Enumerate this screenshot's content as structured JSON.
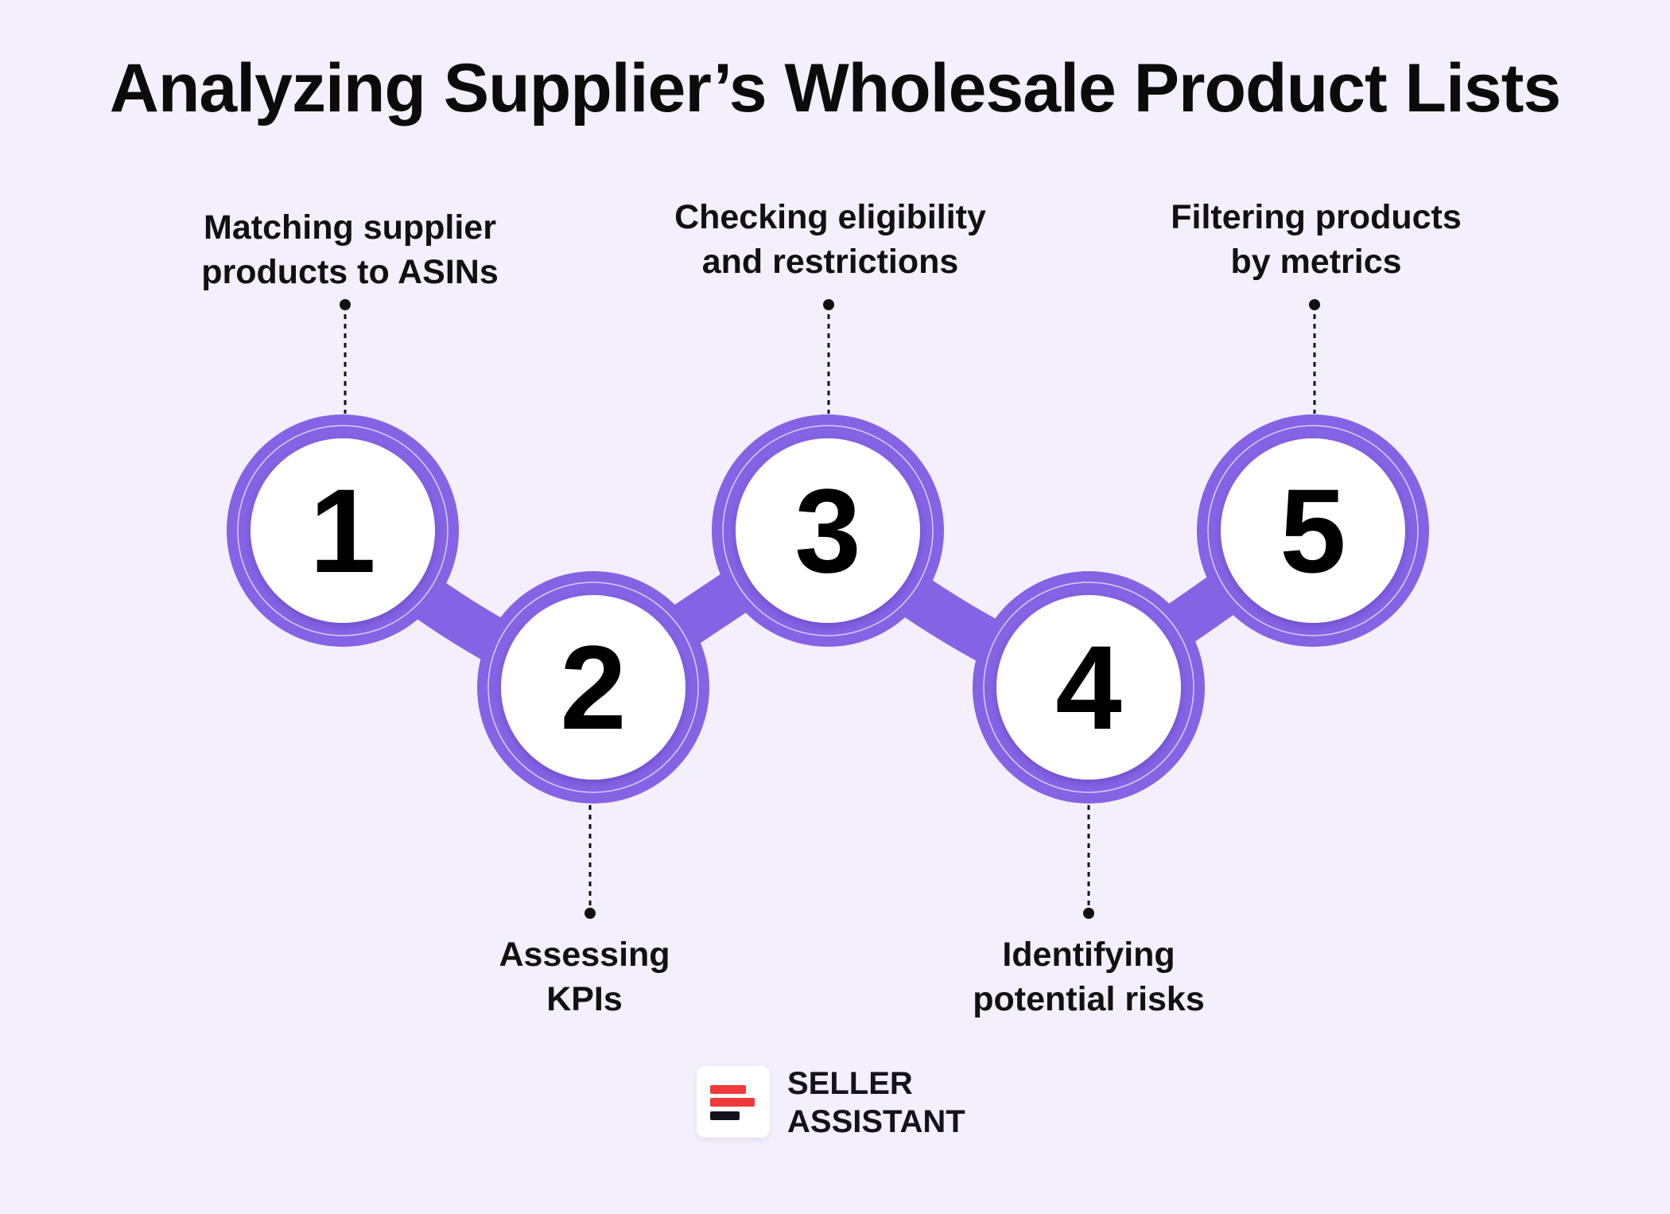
{
  "title": "Analyzing Supplier’s Wholesale Product Lists",
  "colors": {
    "background": "#f3effd",
    "accent_purple": "#8463e4",
    "circle_fill": "#ffffff",
    "logo_red": "#f0393a",
    "logo_dark": "#15121f"
  },
  "steps": [
    {
      "number": "1",
      "label_line1": "Matching supplier",
      "label_line2": "products to ASINs",
      "position": "top"
    },
    {
      "number": "2",
      "label_line1": "Assessing",
      "label_line2": "KPIs",
      "position": "bottom"
    },
    {
      "number": "3",
      "label_line1": "Checking eligibility",
      "label_line2": "and restrictions",
      "position": "top"
    },
    {
      "number": "4",
      "label_line1": "Identifying",
      "label_line2": "potential risks",
      "position": "bottom"
    },
    {
      "number": "5",
      "label_line1": "Filtering products",
      "label_line2": "by metrics",
      "position": "top"
    }
  ],
  "logo": {
    "line1": "SELLER",
    "line2": "ASSISTANT",
    "icon": "seller-assistant-bars-icon"
  }
}
